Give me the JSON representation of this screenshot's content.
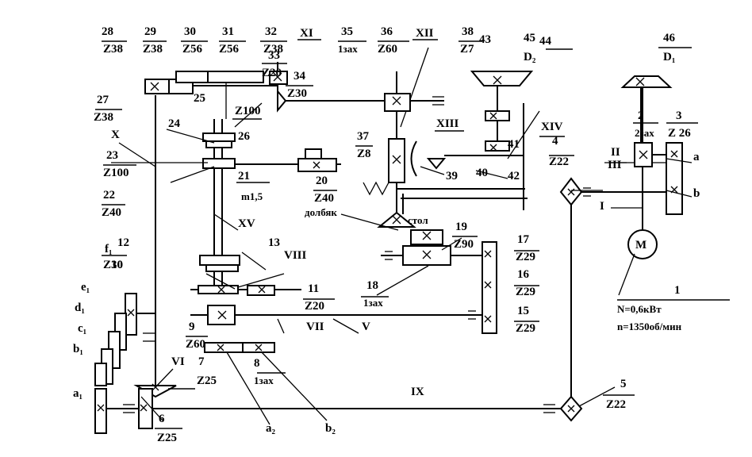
{
  "labels": [
    {
      "id": "l28",
      "text": "28"
    },
    {
      "id": "lz38a",
      "text": "Z38"
    },
    {
      "id": "l29",
      "text": "29"
    },
    {
      "id": "lz38b",
      "text": "Z38"
    },
    {
      "id": "l30",
      "text": "30"
    },
    {
      "id": "lz56a",
      "text": "Z56"
    },
    {
      "id": "l31",
      "text": "31"
    },
    {
      "id": "lz56b",
      "text": "Z56"
    },
    {
      "id": "l32",
      "text": "32"
    },
    {
      "id": "lz38c",
      "text": "Z38"
    },
    {
      "id": "lXI",
      "text": "XI"
    },
    {
      "id": "l33",
      "text": "33"
    },
    {
      "id": "lz20a",
      "text": "Z20"
    },
    {
      "id": "l34",
      "text": "34"
    },
    {
      "id": "lz30a",
      "text": "Z30"
    },
    {
      "id": "l35",
      "text": "35"
    },
    {
      "id": "l1zax35",
      "text": "1зах"
    },
    {
      "id": "l36",
      "text": "36"
    },
    {
      "id": "lz60a",
      "text": "Z60"
    },
    {
      "id": "lXII",
      "text": "XII"
    },
    {
      "id": "l38",
      "text": "38"
    },
    {
      "id": "lz7",
      "text": "Z7"
    },
    {
      "id": "l43",
      "text": "43"
    },
    {
      "id": "l45",
      "text": "45"
    },
    {
      "id": "lD2",
      "text": "D₂"
    },
    {
      "id": "l44",
      "text": "44"
    },
    {
      "id": "l46",
      "text": "46"
    },
    {
      "id": "lD1",
      "text": "D₁"
    },
    {
      "id": "l27",
      "text": "27"
    },
    {
      "id": "lz38d",
      "text": "Z38"
    },
    {
      "id": "l25",
      "text": "25"
    },
    {
      "id": "lz100a",
      "text": "Z100"
    },
    {
      "id": "l24",
      "text": "24"
    },
    {
      "id": "l26",
      "text": "26"
    },
    {
      "id": "lX",
      "text": "X"
    },
    {
      "id": "l23",
      "text": "23"
    },
    {
      "id": "lz100b",
      "text": "Z100"
    },
    {
      "id": "l22",
      "text": "22"
    },
    {
      "id": "lz40a",
      "text": "Z40"
    },
    {
      "id": "l21",
      "text": "21"
    },
    {
      "id": "lm15",
      "text": "m1,5"
    },
    {
      "id": "l20",
      "text": "20"
    },
    {
      "id": "lz40b",
      "text": "Z40"
    },
    {
      "id": "lXV",
      "text": "XV"
    },
    {
      "id": "l37",
      "text": "37"
    },
    {
      "id": "lz8",
      "text": "Z8"
    },
    {
      "id": "lXIII",
      "text": "XIII"
    },
    {
      "id": "l41",
      "text": "41"
    },
    {
      "id": "l39",
      "text": "39"
    },
    {
      "id": "l40",
      "text": "40"
    },
    {
      "id": "l42",
      "text": "42"
    },
    {
      "id": "ldolbyak",
      "text": "долбяк"
    },
    {
      "id": "lXIV",
      "text": "XIV"
    },
    {
      "id": "l4",
      "text": "4"
    },
    {
      "id": "lz22a",
      "text": "Z22"
    },
    {
      "id": "l2",
      "text": "2"
    },
    {
      "id": "l2zax",
      "text": "2зах"
    },
    {
      "id": "l3",
      "text": "3"
    },
    {
      "id": "lz26",
      "text": "Z 26"
    },
    {
      "id": "lII",
      "text": "II"
    },
    {
      "id": "lIII",
      "text": "III"
    },
    {
      "id": "la",
      "text": "a"
    },
    {
      "id": "lb",
      "text": "b"
    },
    {
      "id": "lI",
      "text": "I"
    },
    {
      "id": "lM",
      "text": "M"
    },
    {
      "id": "l1",
      "text": "1"
    },
    {
      "id": "lN",
      "text": "N=0,6кВт"
    },
    {
      "id": "ln",
      "text": "n=1350об/мин"
    },
    {
      "id": "lstol",
      "text": "стол"
    },
    {
      "id": "l19",
      "text": "19"
    },
    {
      "id": "lz90",
      "text": "Z90"
    },
    {
      "id": "l17",
      "text": "17"
    },
    {
      "id": "lz29a",
      "text": "Z29"
    },
    {
      "id": "l16",
      "text": "16"
    },
    {
      "id": "lz29b",
      "text": "Z29"
    },
    {
      "id": "l15",
      "text": "15"
    },
    {
      "id": "lz29c",
      "text": "Z29"
    },
    {
      "id": "l18",
      "text": "18"
    },
    {
      "id": "l1zax18",
      "text": "1зах"
    },
    {
      "id": "l12",
      "text": "12"
    },
    {
      "id": "l13",
      "text": "13"
    },
    {
      "id": "lVIII",
      "text": "VIII"
    },
    {
      "id": "lf1",
      "text": "f₁"
    },
    {
      "id": "lz30b",
      "text": "Z30"
    },
    {
      "id": "l10",
      "text": "10"
    },
    {
      "id": "l11",
      "text": "11"
    },
    {
      "id": "lz20b",
      "text": "Z20"
    },
    {
      "id": "le1",
      "text": "e₁"
    },
    {
      "id": "ld1",
      "text": "d₁"
    },
    {
      "id": "lc1",
      "text": "c₁"
    },
    {
      "id": "lb1",
      "text": "b₁"
    },
    {
      "id": "la1",
      "text": "a₁"
    },
    {
      "id": "l9",
      "text": "9"
    },
    {
      "id": "lz60b",
      "text": "Z60"
    },
    {
      "id": "lVII",
      "text": "VII"
    },
    {
      "id": "lV",
      "text": "V"
    },
    {
      "id": "lVI",
      "text": "VI"
    },
    {
      "id": "l7",
      "text": "7"
    },
    {
      "id": "lz25a",
      "text": "Z25"
    },
    {
      "id": "l8",
      "text": "8"
    },
    {
      "id": "l1zax8",
      "text": "1зах"
    },
    {
      "id": "lIX",
      "text": "IX"
    },
    {
      "id": "l5",
      "text": "5"
    },
    {
      "id": "lz22b",
      "text": "Z22"
    },
    {
      "id": "l6",
      "text": "6"
    },
    {
      "id": "lz25b",
      "text": "Z25"
    },
    {
      "id": "la2",
      "text": "a₂"
    },
    {
      "id": "lb2",
      "text": "b₂"
    }
  ]
}
